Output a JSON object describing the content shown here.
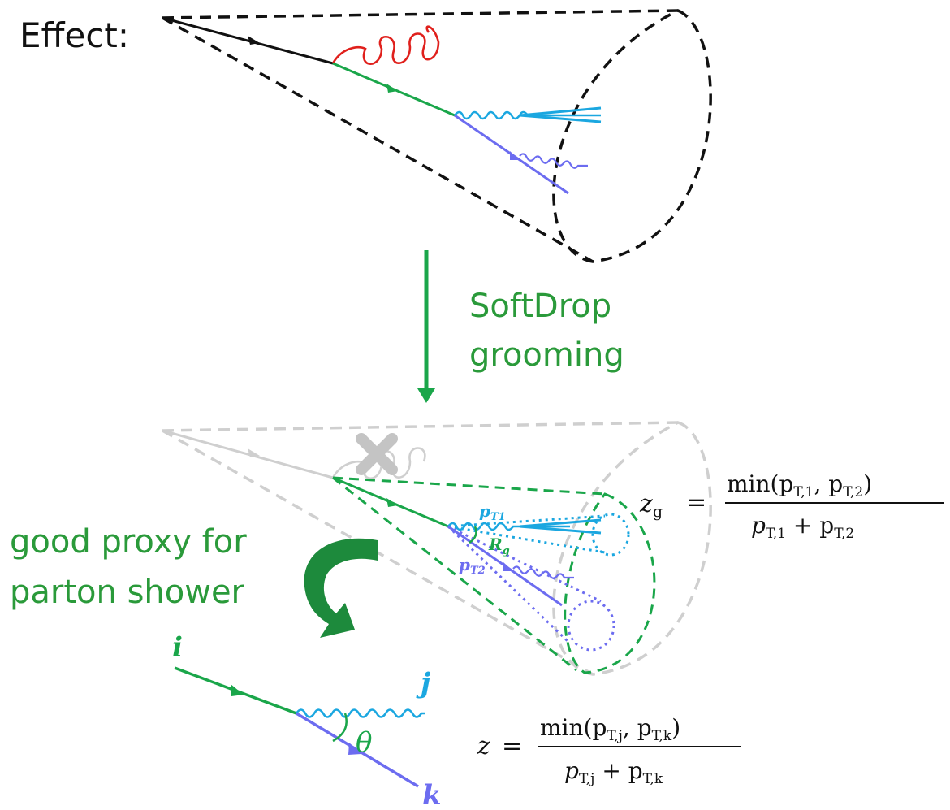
{
  "heading": "Effect:",
  "process": {
    "line1": "SoftDrop",
    "line2": "grooming"
  },
  "proxy": {
    "line1": "good proxy for",
    "line2": "parton shower"
  },
  "jet_labels": {
    "pt1": "p",
    "pt1_sub": "T1",
    "pt2": "p",
    "pt2_sub": "T2",
    "rg": "R",
    "rg_sub": "g"
  },
  "splitting_labels": {
    "i": "i",
    "j": "j",
    "k": "k",
    "theta": "θ"
  },
  "formula_zg": {
    "lhs": "z",
    "lhs_sub": "g",
    "eq": "=",
    "numerator": "min(p",
    "num_sub1": "T,1",
    "num_mid": ", p",
    "num_sub2": "T,2",
    "num_end": ")",
    "den_a": "p",
    "den_sub1": "T,1",
    "den_plus": " + p",
    "den_sub2": "T,2"
  },
  "formula_z": {
    "lhs": "z",
    "eq": "=",
    "numerator": "min(p",
    "num_sub1": "T,j",
    "num_mid": ", p",
    "num_sub2": "T,k",
    "num_end": ")",
    "den_a": "p",
    "den_sub1": "T,j",
    "den_plus": " + p",
    "den_sub2": "T,k"
  },
  "colors": {
    "quark_black": "#111111",
    "gluon_red": "#e0201c",
    "green": "#1aa64a",
    "cyan": "#1ba7e0",
    "purple": "#6c6cf0",
    "grey": "#cfcfcf",
    "dark_green": "#1d8a3c",
    "text_green": "#2a9a3a"
  }
}
